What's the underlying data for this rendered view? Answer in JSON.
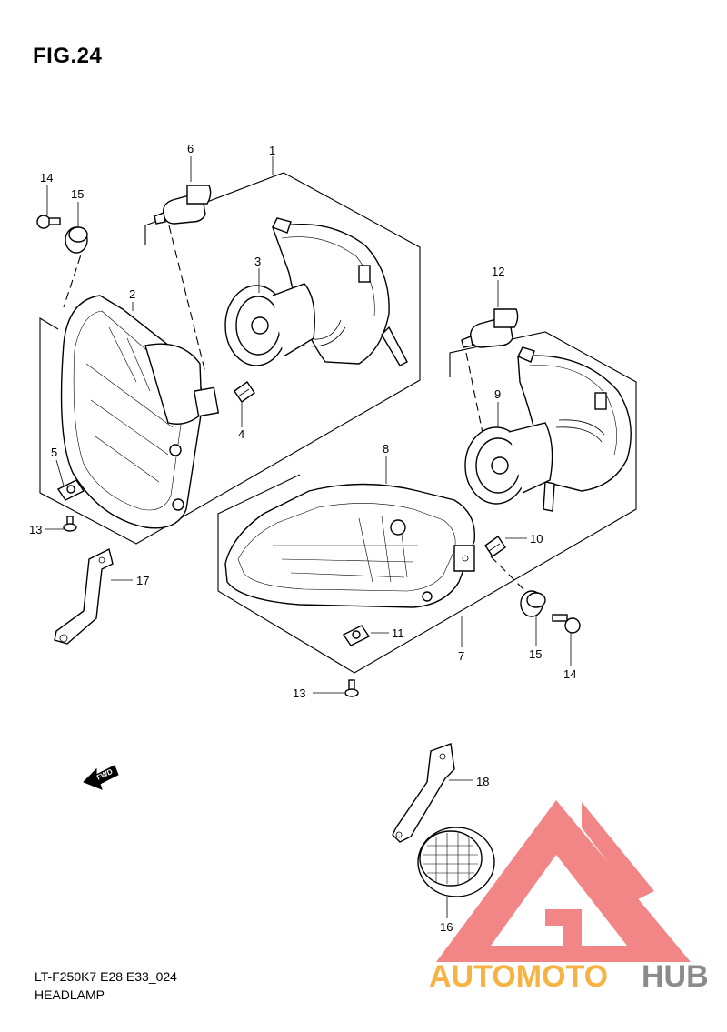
{
  "figure": {
    "title": "FIG.24",
    "model_code": "LT-F250K7 E28 E33_024",
    "caption": "HEADLAMP"
  },
  "callouts": {
    "c1": "1",
    "c2": "2",
    "c3": "3",
    "c4": "4",
    "c5": "5",
    "c6": "6",
    "c7": "7",
    "c8": "8",
    "c9": "9",
    "c10": "10",
    "c11": "11",
    "c12": "12",
    "c13a": "13",
    "c13b": "13",
    "c14a": "14",
    "c14b": "14",
    "c15a": "15",
    "c15b": "15",
    "c16": "16",
    "c17": "17",
    "c18": "18"
  },
  "fwd_arrow": {
    "label": "FWD"
  },
  "watermark": {
    "part1": "AUTOMOTO",
    "part2": "HUB",
    "color_red": "#f07070",
    "color_orange": "#f5a623",
    "color_gray": "#777777"
  }
}
